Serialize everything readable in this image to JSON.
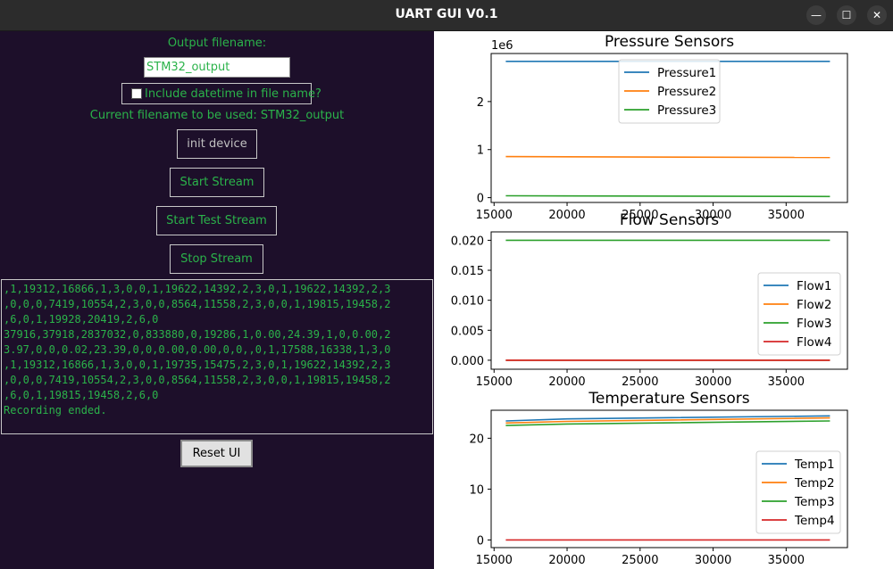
{
  "window": {
    "title": "UART GUI V0.1",
    "minimize_glyph": "—",
    "maximize_glyph": "☐",
    "close_glyph": "✕"
  },
  "controls": {
    "output_label": "Output filename:",
    "filename_value": "STM32_output",
    "include_datetime_label": "Include datetime in file name?",
    "include_datetime_checked": false,
    "current_filename": "Current filename to be used: STM32_output",
    "init_button": "init device",
    "start_stream_button": "Start Stream",
    "start_test_stream_button": "Start Test Stream",
    "stop_stream_button": "Stop Stream",
    "reset_button": "Reset UI"
  },
  "console": {
    "lines": [
      ",1,19312,16866,1,3,0,0,1,19622,14392,2,3,0,1,19622,14392,2,3",
      ",0,0,0,7419,10554,2,3,0,0,8564,11558,2,3,0,0,1,19815,19458,2",
      ",6,0,1,19928,20419,2,6,0",
      "37916,37918,2837032,0,833880,0,19286,1,0.00,24.39,1,0,0.00,2",
      "3.97,0,0,0.02,23.39,0,0,0.00,0.00,0,0,,0,1,17588,16338,1,3,0",
      ",1,19312,16866,1,3,0,0,1,19735,15475,2,3,0,1,19622,14392,2,3",
      ",0,0,0,7419,10554,2,3,0,0,8564,11558,2,3,0,0,1,19815,19458,2",
      ",6,0,1,19815,19458,2,6,0",
      "Recording ended."
    ]
  },
  "chart_data": [
    {
      "type": "line",
      "title": "Pressure Sensors",
      "offset_label": "1e6",
      "xlim": [
        14800,
        39200
      ],
      "ylim": [
        -0.1,
        3.0
      ],
      "xticks": [
        15000,
        20000,
        25000,
        30000,
        35000
      ],
      "yticks": [
        0,
        1,
        2
      ],
      "ytick_labels": [
        "0",
        "1",
        "2"
      ],
      "legend_loc": "upper center",
      "series": [
        {
          "name": "Pressure1",
          "color": "#1f77b4",
          "x": [
            15800,
            38000
          ],
          "y": [
            2.837,
            2.837
          ]
        },
        {
          "name": "Pressure2",
          "color": "#ff7f0e",
          "x": [
            15800,
            38000
          ],
          "y": [
            0.855,
            0.835
          ]
        },
        {
          "name": "Pressure3",
          "color": "#2ca02c",
          "x": [
            15800,
            38000
          ],
          "y": [
            0.04,
            0.025
          ]
        }
      ]
    },
    {
      "type": "line",
      "title": "Flow Sensors",
      "xlim": [
        14800,
        39200
      ],
      "ylim": [
        -0.0015,
        0.0214
      ],
      "xticks": [
        15000,
        20000,
        25000,
        30000,
        35000
      ],
      "yticks": [
        0.0,
        0.005,
        0.01,
        0.015,
        0.02
      ],
      "ytick_labels": [
        "0.000",
        "0.005",
        "0.010",
        "0.015",
        "0.020"
      ],
      "legend_loc": "center right",
      "series": [
        {
          "name": "Flow1",
          "color": "#1f77b4",
          "x": [
            15800,
            38000
          ],
          "y": [
            0.0,
            0.0
          ]
        },
        {
          "name": "Flow2",
          "color": "#ff7f0e",
          "x": [
            15800,
            38000
          ],
          "y": [
            0.0,
            0.0
          ]
        },
        {
          "name": "Flow3",
          "color": "#2ca02c",
          "x": [
            15800,
            38000
          ],
          "y": [
            0.02,
            0.02
          ]
        },
        {
          "name": "Flow4",
          "color": "#d62728",
          "x": [
            15800,
            38000
          ],
          "y": [
            0.0,
            0.0
          ]
        }
      ]
    },
    {
      "type": "line",
      "title": "Temperature Sensors",
      "xlim": [
        14800,
        39200
      ],
      "ylim": [
        -1.5,
        25.5
      ],
      "xticks": [
        15000,
        20000,
        25000,
        30000,
        35000
      ],
      "yticks": [
        0,
        10,
        20
      ],
      "ytick_labels": [
        "0",
        "10",
        "20"
      ],
      "legend_loc": "center right",
      "series": [
        {
          "name": "Temp1",
          "color": "#1f77b4",
          "x": [
            15800,
            20000,
            38000
          ],
          "y": [
            23.4,
            23.8,
            24.4
          ]
        },
        {
          "name": "Temp2",
          "color": "#ff7f0e",
          "x": [
            15800,
            20000,
            38000
          ],
          "y": [
            23.0,
            23.3,
            24.0
          ]
        },
        {
          "name": "Temp3",
          "color": "#2ca02c",
          "x": [
            15800,
            20000,
            38000
          ],
          "y": [
            22.5,
            22.8,
            23.4
          ]
        },
        {
          "name": "Temp4",
          "color": "#d62728",
          "x": [
            15800,
            38000
          ],
          "y": [
            0.0,
            0.0
          ]
        }
      ]
    }
  ]
}
